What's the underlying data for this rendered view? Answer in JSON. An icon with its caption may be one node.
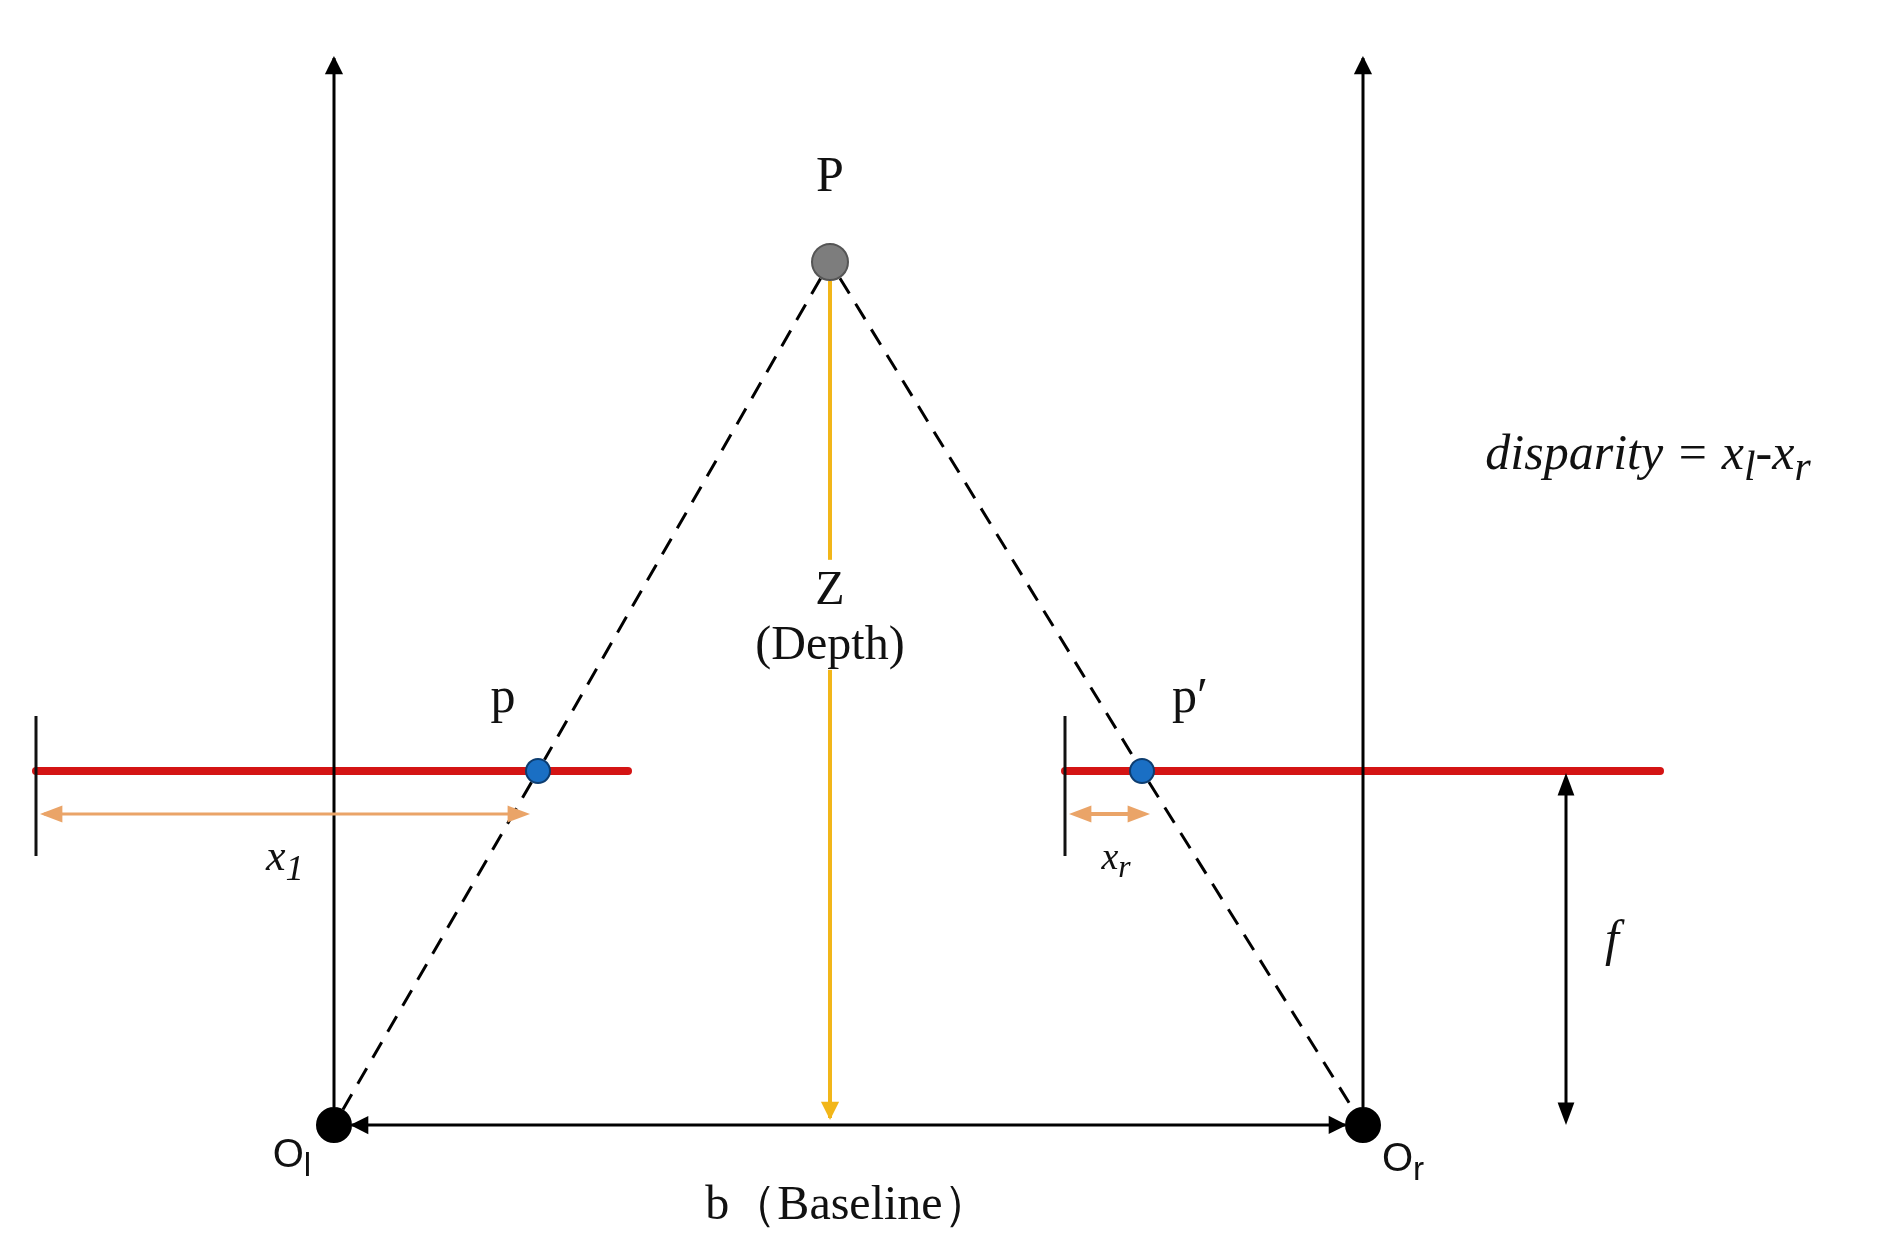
{
  "diagram": {
    "nodes": [
      {
        "text": [
          "P"
        ]
      },
      {
        "text": [
          "p"
        ]
      },
      {
        "text": [
          "p′"
        ]
      },
      {
        "text": [
          "O$_{l}$"
        ]
      },
      {
        "text": [
          "O$_{r}$"
        ]
      }
    ],
    "edges": [
      {
        "from": 0,
        "to": 1,
        "arrow": "none",
        "style": "dashed"
      },
      {
        "from": 1,
        "to": 3,
        "arrow": "none",
        "style": "dashed"
      },
      {
        "from": 0,
        "to": 2,
        "arrow": "none",
        "style": "dashed"
      },
      {
        "from": 2,
        "to": 4,
        "arrow": "none",
        "style": "dashed"
      },
      {
        "from": 3,
        "to": 4,
        "arrow": "both",
        "label": "b（Baseline）"
      },
      {
        "from": 0,
        "to": null,
        "arrow": "to",
        "color": "#f2b619",
        "label": "Z (Depth)"
      },
      {
        "from": 3,
        "to": null,
        "arrow": "to"
      },
      {
        "from": 4,
        "to": null,
        "arrow": "to"
      }
    ],
    "labels": [
      "x$_{1}$",
      "x$_{r}$",
      "f",
      "disparity = x$_{l}$-x$_{r}$"
    ]
  }
}
